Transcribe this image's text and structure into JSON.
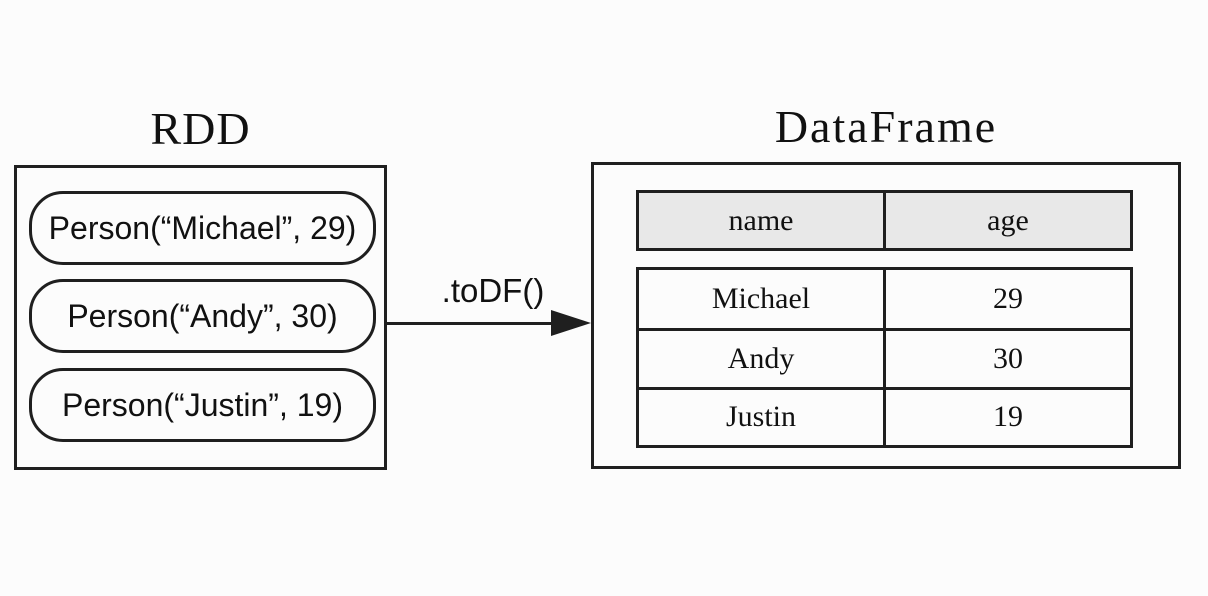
{
  "diagram": {
    "rdd": {
      "title": "RDD",
      "items": [
        "Person(“Michael”, 29)",
        "Person(“Andy”, 30)",
        "Person(“Justin”, 19)"
      ]
    },
    "transform": {
      "label": ".toDF()"
    },
    "dataframe": {
      "title": "DataFrame",
      "columns": [
        "name",
        "age"
      ],
      "rows": [
        [
          "Michael",
          "29"
        ],
        [
          "Andy",
          "30"
        ],
        [
          "Justin",
          "19"
        ]
      ]
    }
  },
  "colors": {
    "background": "#fcfcfc",
    "border": "#1f1f1f",
    "header_fill": "#e8e8e8",
    "text": "#111111"
  }
}
